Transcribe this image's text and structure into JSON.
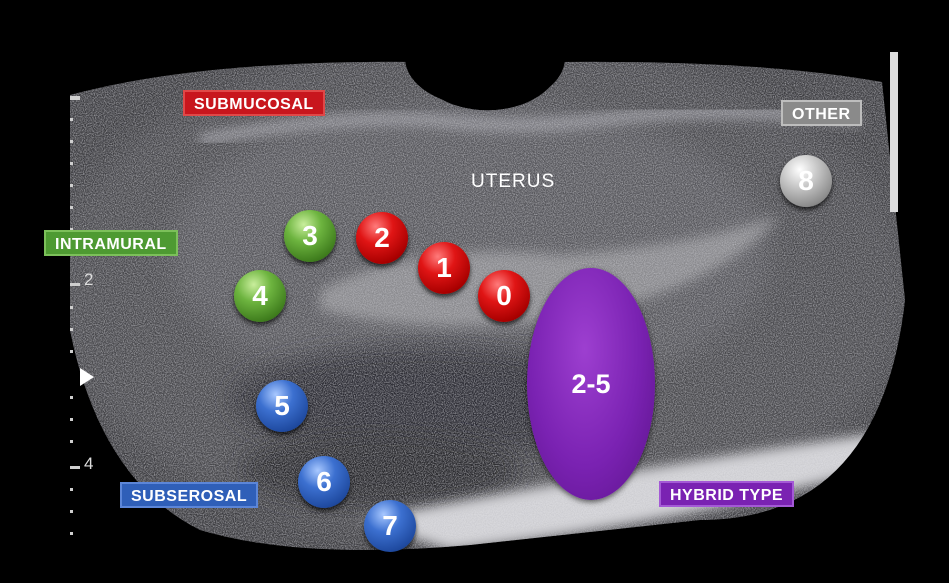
{
  "labels": {
    "submucosal": "SUBMUCOSAL",
    "intramural": "INTRAMURAL",
    "subserosal": "SUBSEROSAL",
    "other": "OTHER",
    "hybrid_type": "HYBRID TYPE"
  },
  "organ_label": "UTERUS",
  "types": {
    "t0": "0",
    "t1": "1",
    "t2": "2",
    "t3": "3",
    "t4": "4",
    "t5": "5",
    "t6": "6",
    "t7": "7",
    "t8": "8",
    "hybrid": "2-5"
  },
  "ruler": {
    "mark_2": "2",
    "mark_4": "4"
  },
  "colors": {
    "submucosal": "#c8161d",
    "intramural": "#4e9a32",
    "subserosal": "#2f5fb8",
    "other": "#8a8a8a",
    "hybrid": "#7a22b2"
  }
}
